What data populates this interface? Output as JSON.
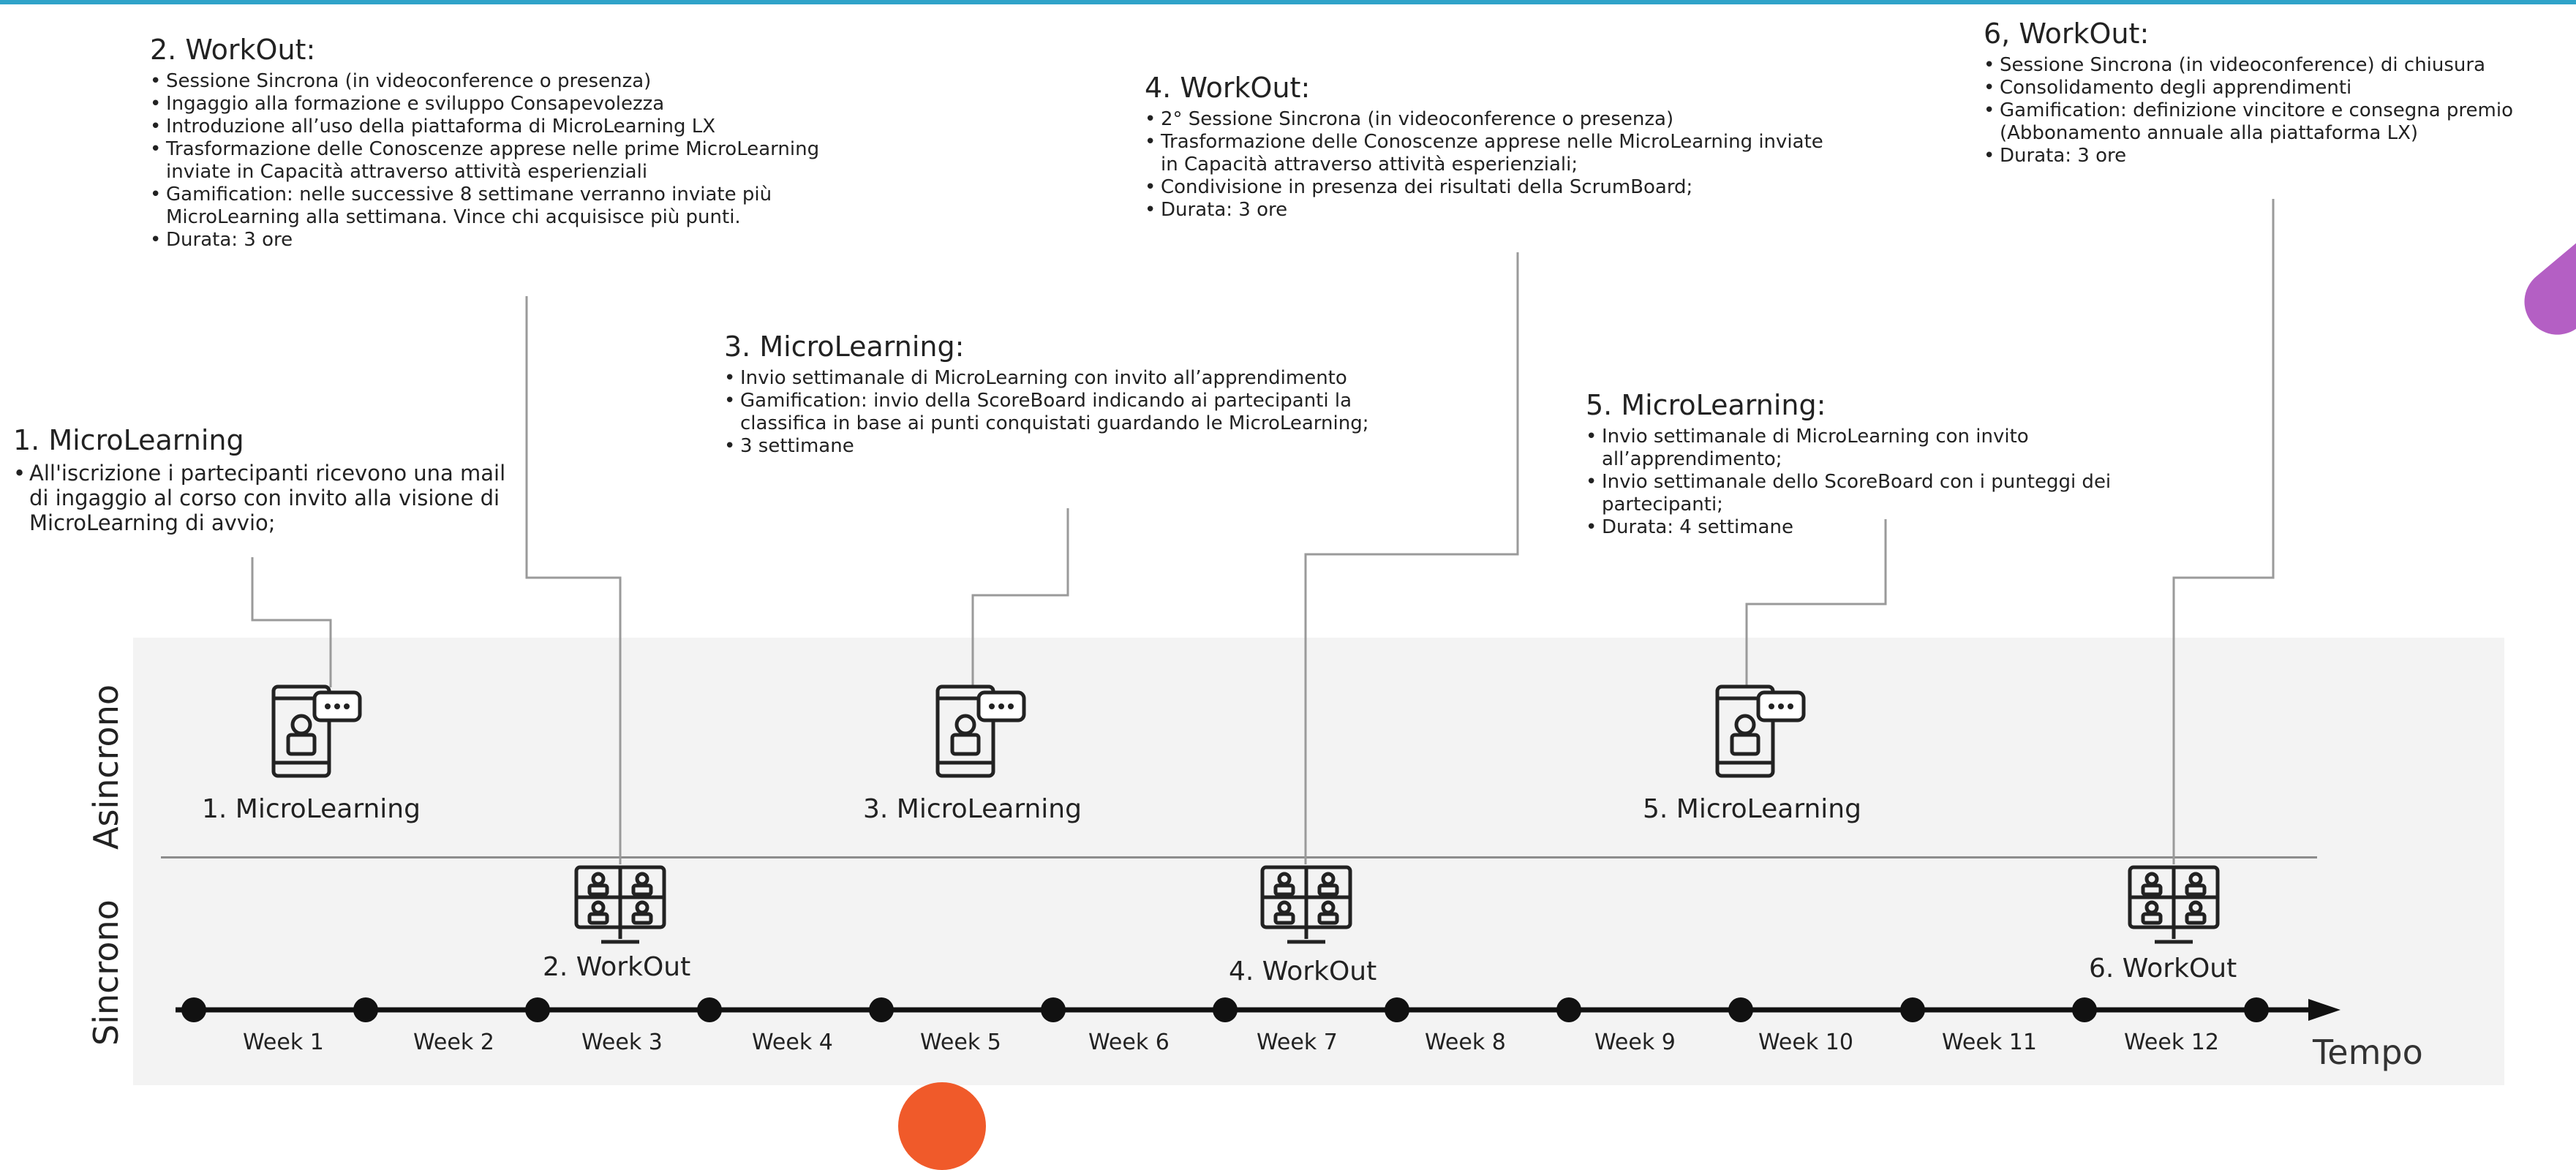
{
  "lanes": {
    "async": "Asincrono",
    "sync": "Sincrono"
  },
  "blocks": [
    {
      "title": "1. MicroLearning",
      "bullets": [
        "All'iscrizione i partecipanti ricevono una mail di ingaggio al corso con invito alla visione di MicroLearning di avvio;"
      ]
    },
    {
      "title": "2. WorkOut:",
      "bullets": [
        "Sessione Sincrona (in videoconference o presenza)",
        "Ingaggio alla formazione e sviluppo Consapevolezza",
        "Introduzione all’uso della piattaforma di MicroLearning LX",
        "Trasformazione delle Conoscenze apprese nelle prime MicroLearning inviate in Capacità attraverso attività esperienziali",
        "Gamification: nelle successive 8 settimane verranno inviate più MicroLearning alla settimana. Vince chi acquisisce più punti.",
        "Durata: 3 ore"
      ]
    },
    {
      "title": "3. MicroLearning:",
      "bullets": [
        "Invio settimanale di MicroLearning con invito all’apprendimento",
        "Gamification: invio della ScoreBoard indicando ai partecipanti la classifica in base ai punti conquistati guardando le MicroLearning;",
        "3 settimane"
      ]
    },
    {
      "title": "4. WorkOut:",
      "bullets": [
        "2° Sessione Sincrona (in videoconference o presenza)",
        "Trasformazione delle Conoscenze apprese nelle MicroLearning inviate in Capacità attraverso attività esperienziali;",
        "Condivisione in presenza dei risultati della ScrumBoard;",
        "Durata: 3 ore"
      ]
    },
    {
      "title": "5. MicroLearning:",
      "bullets": [
        "Invio settimanale di MicroLearning con invito all’apprendimento;",
        "Invio settimanale dello ScoreBoard con i punteggi dei partecipanti;",
        "Durata: 4 settimane"
      ]
    },
    {
      "title": "6, WorkOut:",
      "bullets": [
        "Sessione Sincrona (in videoconference) di chiusura",
        "Consolidamento degli apprendimenti",
        "Gamification: definizione vincitore e consegna premio (Abbonamento annuale alla piattaforma LX)",
        "Durata: 3 ore"
      ]
    }
  ],
  "icon_labels": {
    "ml1": "1. MicroLearning",
    "wo2": "2. WorkOut",
    "ml3": "3. MicroLearning",
    "wo4": "4. WorkOut",
    "ml5": "5. MicroLearning",
    "wo6": "6. WorkOut"
  },
  "icons": {
    "microlearning": "phone-chat-icon",
    "workout": "video-conference-icon"
  },
  "weeks": [
    "Week 1",
    "Week 2",
    "Week 3",
    "Week 4",
    "Week 5",
    "Week 6",
    "Week 7",
    "Week 8",
    "Week 9",
    "Week 10",
    "Week 11",
    "Week 12"
  ],
  "axis_label": "Tempo",
  "colors": {
    "top_line": "#2fa3c9",
    "accent_purple": "#b45fc4",
    "accent_orange": "#f05a2a",
    "band": "#f3f3f3"
  }
}
